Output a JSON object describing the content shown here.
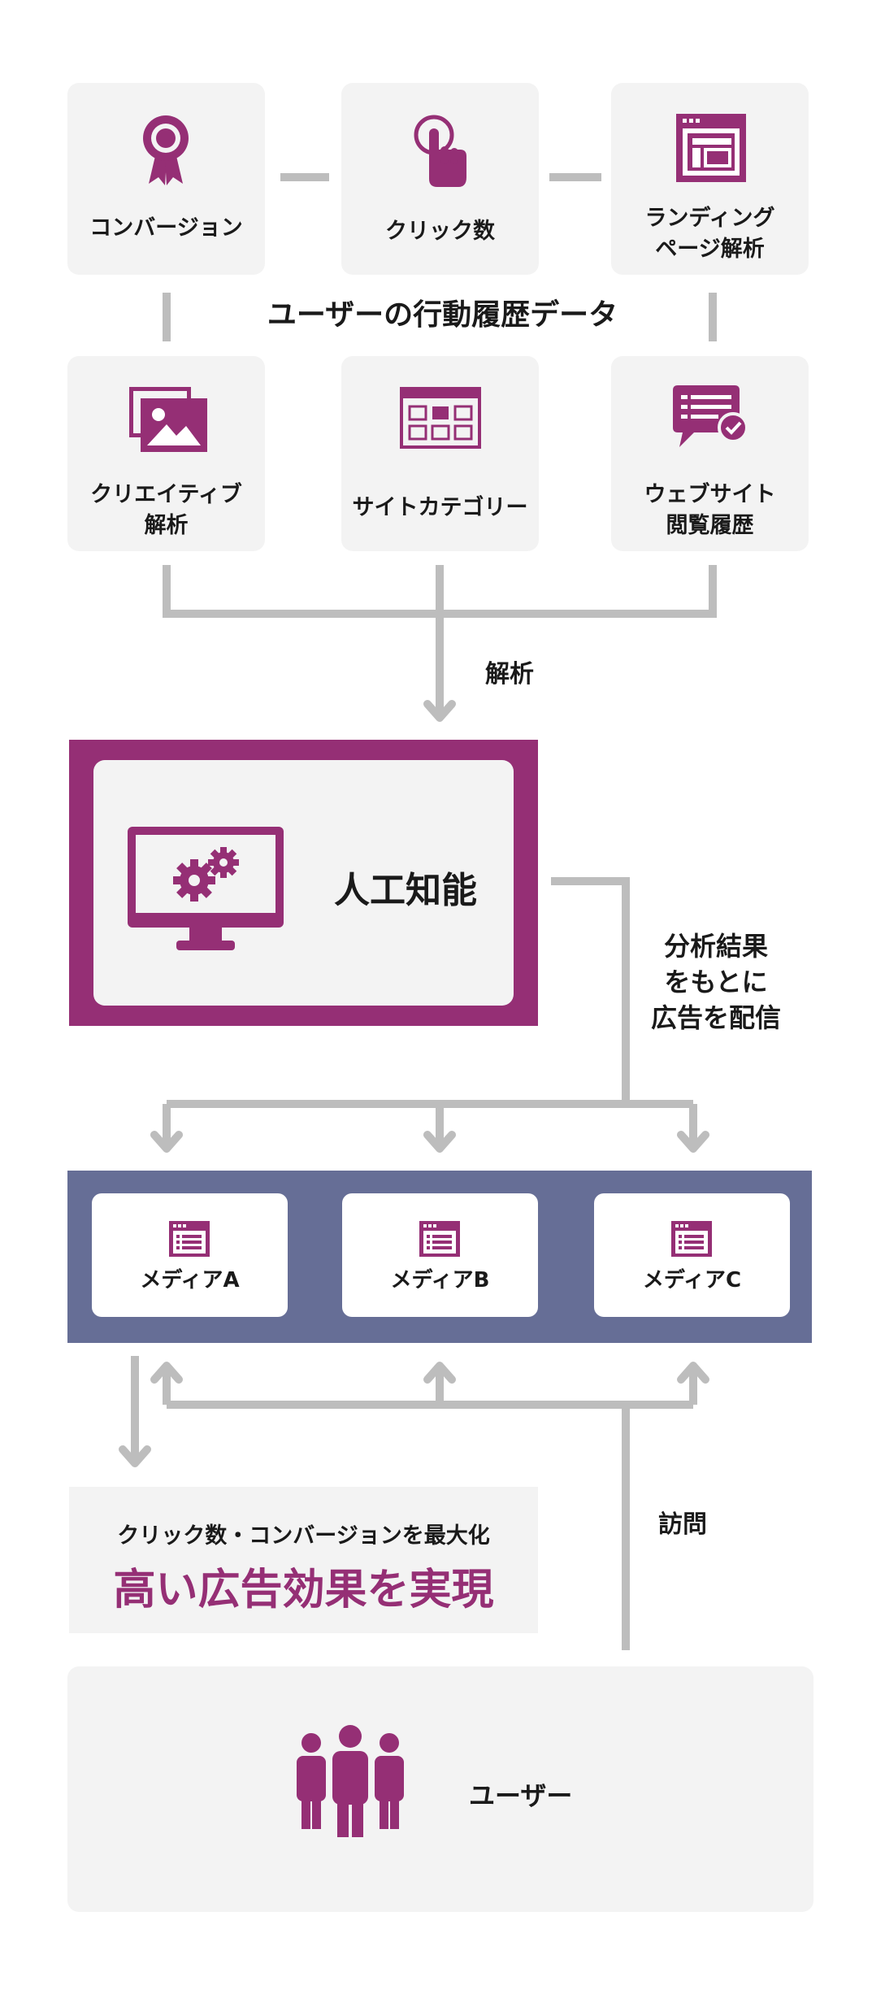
{
  "colors": {
    "accent": "#952f75",
    "media_band": "#666e96",
    "card_bg": "#f3f3f3",
    "connector": "#bdbdbd"
  },
  "data_sources": {
    "title": "ユーザーの行動履歴データ",
    "items": [
      {
        "label": "コンバージョン",
        "icon": "award-ribbon-icon"
      },
      {
        "label": "クリック数",
        "icon": "hand-click-icon"
      },
      {
        "label": "ランディング\nページ解析",
        "icon": "web-layout-icon"
      },
      {
        "label": "クリエイティブ\n解析",
        "icon": "image-gallery-icon"
      },
      {
        "label": "サイトカテゴリー",
        "icon": "site-grid-icon"
      },
      {
        "label": "ウェブサイト\n閲覧履歴",
        "icon": "chat-check-icon"
      }
    ]
  },
  "analysis_label": "解析",
  "ai": {
    "label": "人工知能",
    "icon": "monitor-gears-icon"
  },
  "distribution_label": "分析結果\nをもとに\n広告を配信",
  "media": [
    {
      "label": "メディアA",
      "icon": "page-list-icon"
    },
    {
      "label": "メディアB",
      "icon": "page-list-icon"
    },
    {
      "label": "メディアC",
      "icon": "page-list-icon"
    }
  ],
  "result": {
    "subtitle": "クリック数・コンバージョンを最大化",
    "title": "高い広告効果を実現"
  },
  "visit_label": "訪問",
  "user": {
    "label": "ユーザー",
    "icon": "people-group-icon"
  }
}
